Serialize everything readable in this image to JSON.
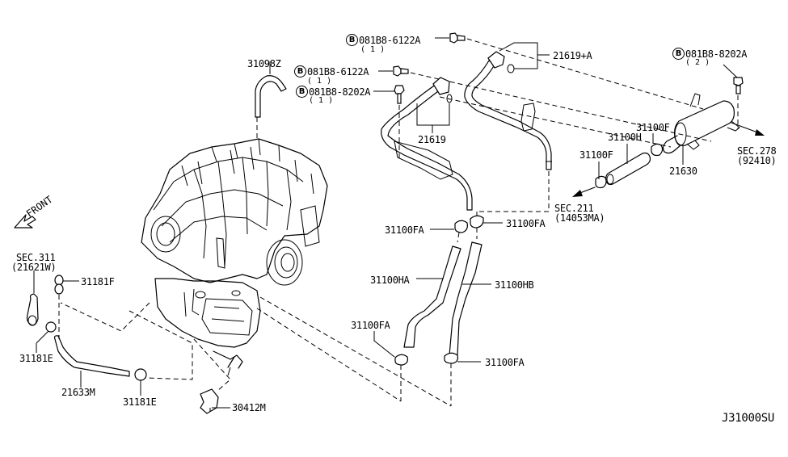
{
  "diagram": {
    "title_code": "J31000SU",
    "front_label": "FRONT",
    "bolt_marker": "B",
    "bolts": [
      {
        "part": "081B8-6122A",
        "qty": "( 1 )"
      },
      {
        "part": "081B8-6122A",
        "qty": "( 1 )"
      },
      {
        "part": "081B8-8202A",
        "qty": "( 1 )"
      },
      {
        "part": "081B8-8202A",
        "qty": "( 2 )"
      }
    ],
    "parts": {
      "p31098Z": "31098Z",
      "p21619A": "21619+A",
      "p21619": "21619",
      "p31100F_upper": "31100F",
      "p31100H": "31100H",
      "p31100F_lower": "31100F",
      "p21630": "21630",
      "p31100FA_left": "31100FA",
      "p31100FA_right": "31100FA",
      "p31100HA": "31100HA",
      "p31100HB": "31100HB",
      "p31100FA_lowleft": "31100FA",
      "p31100FA_lowright": "31100FA",
      "p31181F": "31181F",
      "p31181E_left": "31181E",
      "p21633M": "21633M",
      "p31181E_bottom": "31181E",
      "p30412M": "30412M"
    },
    "section_refs": [
      {
        "sec": "SEC.278",
        "code": "(92410)"
      },
      {
        "sec": "SEC.211",
        "code": "(14053MA)"
      },
      {
        "sec": "SEC.311",
        "code": "(21621W)"
      }
    ]
  }
}
